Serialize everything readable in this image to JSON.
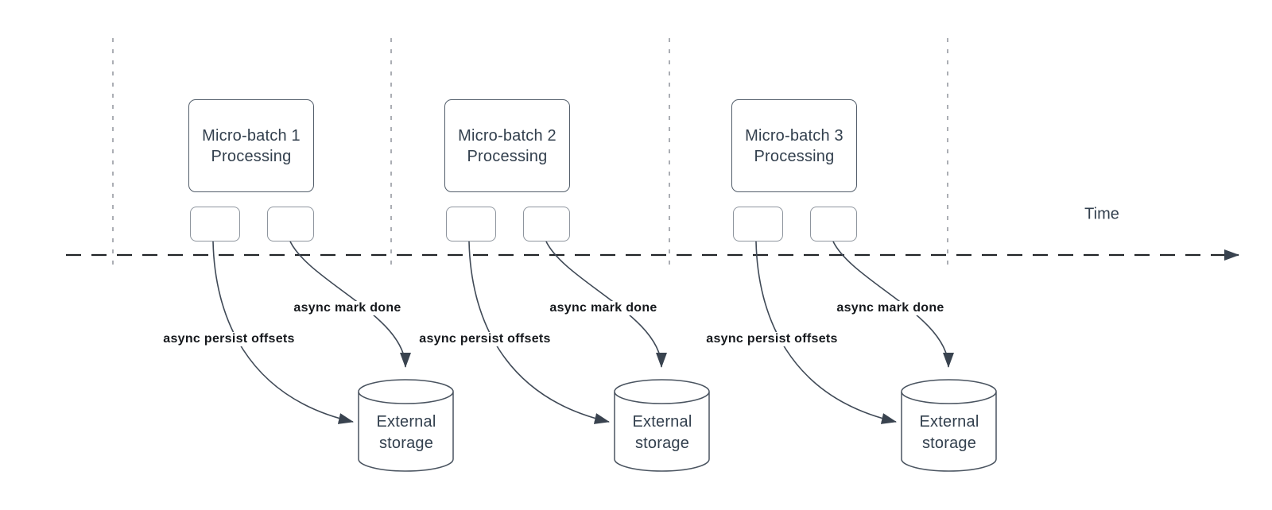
{
  "diagram": {
    "title_hint": "micro-batch async progress tracking timeline",
    "time_label": "Time",
    "groups": [
      {
        "box_label": "Micro-batch 1\nProcessing",
        "persist_label": "async persist offsets",
        "done_label": "async mark done",
        "storage_label": "External\nstorage"
      },
      {
        "box_label": "Micro-batch 2\nProcessing",
        "persist_label": "async persist offsets",
        "done_label": "async mark done",
        "storage_label": "External\nstorage"
      },
      {
        "box_label": "Micro-batch 3\nProcessing",
        "persist_label": "async persist offsets",
        "done_label": "async mark done",
        "storage_label": "External\nstorage"
      }
    ],
    "colors": {
      "node_stroke": "#525d6a",
      "mini_rect_stroke": "#8e959e",
      "edge_stroke": "#3f4956",
      "arrowhead_fill": "#39434f",
      "node_text": "#33404e",
      "edge_label_text": "#16191d",
      "gridline": "#abaeb4",
      "timeline": "#202327",
      "background": "#ffffff"
    }
  }
}
